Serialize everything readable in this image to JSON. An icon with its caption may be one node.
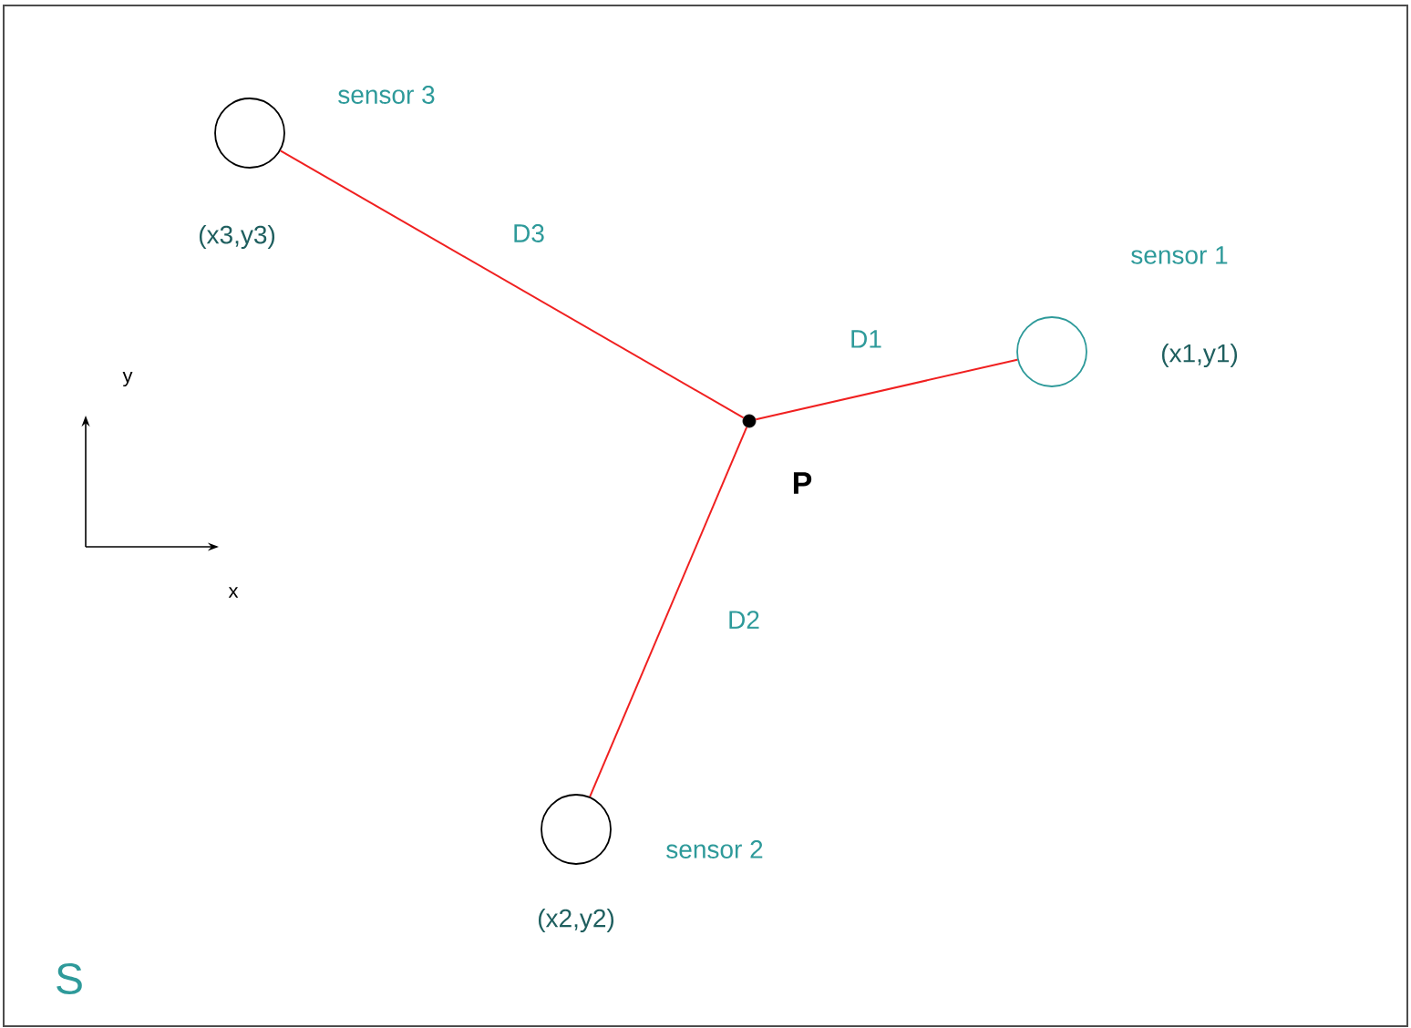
{
  "diagram": {
    "nodes": [
      {
        "text": [],
        "shape": "circle",
        "beside": [
          "sensor 3",
          "(x3,y3)"
        ]
      },
      {
        "text": [],
        "shape": "circle",
        "beside": [
          "sensor 1",
          "(x1,y1)"
        ]
      },
      {
        "text": [],
        "shape": "dot",
        "beside": [
          "P"
        ]
      },
      {
        "text": [],
        "shape": "circle",
        "beside": [
          "sensor 2",
          "(x2,y2)"
        ]
      }
    ],
    "edges": [
      {
        "from": 2,
        "to": 1,
        "arrow": "none",
        "label": "D1"
      },
      {
        "from": 2,
        "to": 3,
        "arrow": "none",
        "label": "D2"
      },
      {
        "from": 2,
        "to": 0,
        "arrow": "none",
        "label": "D3"
      }
    ],
    "labels": [
      "y",
      "x",
      "S"
    ]
  }
}
